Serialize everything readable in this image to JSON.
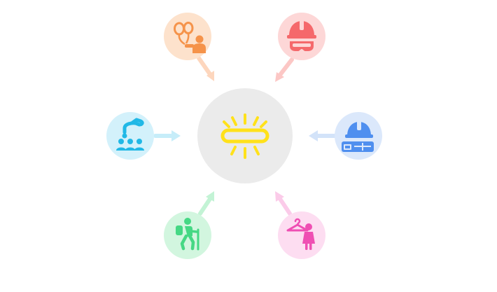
{
  "diagram": {
    "type": "hub-and-spoke",
    "hub": {
      "icon": "glowing-light-bar-icon",
      "background": "#ebebeb",
      "accent": "#ffe11a"
    },
    "nodes": [
      {
        "id": "top-left",
        "icon": "person-with-balloons-icon",
        "background": "#fde2cc",
        "accent": "#f5934a",
        "arrow": "#fdd6bd",
        "arrow_direction": "toward-hub"
      },
      {
        "id": "top-right",
        "icon": "hard-hat-and-goggles-icon",
        "background": "#fdd7d7",
        "accent": "#f5686b",
        "arrow": "#fcc7c5",
        "arrow_direction": "toward-hub"
      },
      {
        "id": "middle-left",
        "icon": "audience-raising-hand-icon",
        "background": "#d3f1fb",
        "accent": "#21b8e6",
        "arrow": "#c6edf9",
        "arrow_direction": "toward-hub"
      },
      {
        "id": "middle-right",
        "icon": "hard-hat-and-ruler-icon",
        "background": "#dbe8fb",
        "accent": "#4f8fef",
        "arrow": "#d3e3f9",
        "arrow_direction": "toward-hub"
      },
      {
        "id": "bottom-left",
        "icon": "hiker-with-backpack-icon",
        "background": "#d2f6df",
        "accent": "#45d884",
        "arrow": "#c3f3d5",
        "arrow_direction": "away-from-hub"
      },
      {
        "id": "bottom-right",
        "icon": "woman-with-hanger-icon",
        "background": "#fdddf1",
        "accent": "#ef4fb3",
        "arrow": "#fbcbe9",
        "arrow_direction": "away-from-hub"
      }
    ]
  }
}
